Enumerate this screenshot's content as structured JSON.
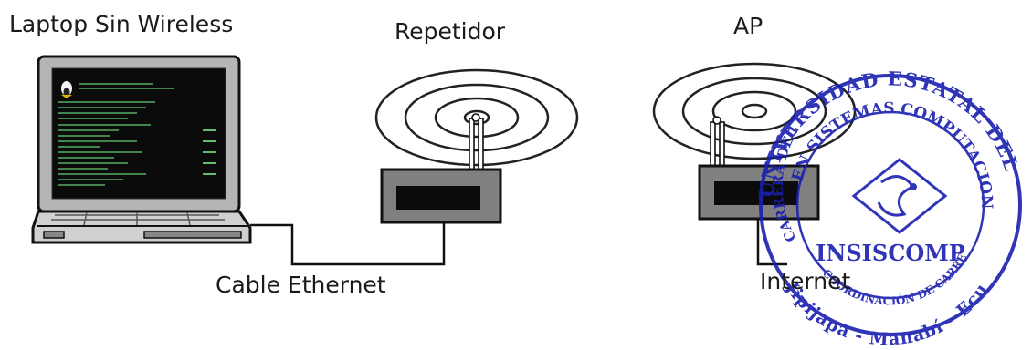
{
  "labels": {
    "laptop": "Laptop Sin Wireless",
    "repeater": "Repetidor",
    "access_point": "AP",
    "cable": "Cable Ethernet",
    "internet": "Internet"
  },
  "stamp": {
    "top_arc": "UNIVERSIDAD ESTATAL DEL SUR DE MANABÍ",
    "middle_arc": "EN SISTEMAS COMPUTACIONALES",
    "left_arc": "CARRERA DE INGENIERÍA",
    "center": "INSISCOMP",
    "lower_arc": "COORDINACIÓN DE CARRERA",
    "bottom_arc": "Jipijapa - Manabí - Ecuador",
    "color": "#1a1fb0"
  },
  "colors": {
    "device_gray": "#808080",
    "screen": "#0b0b0b",
    "stroke": "#111111"
  }
}
